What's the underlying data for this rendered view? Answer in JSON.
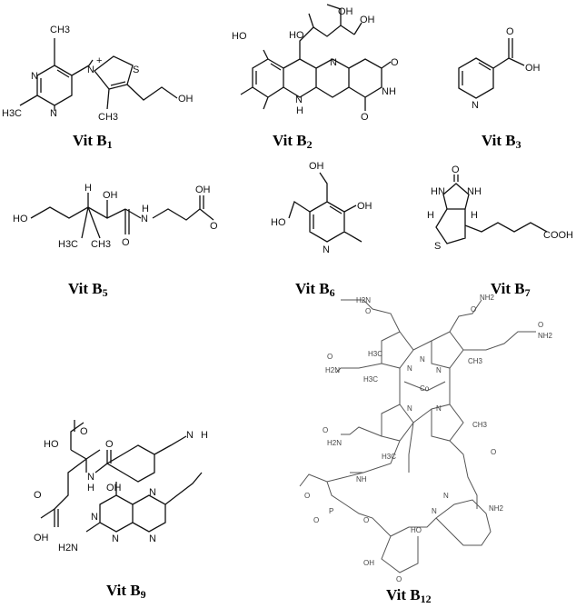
{
  "molecules": [
    {
      "id": "b1",
      "label": "Vit B",
      "sub": "1",
      "atoms": [
        "CH3",
        "N",
        "N",
        "H3C",
        "N",
        "+",
        "S",
        "CH3",
        "OH"
      ]
    },
    {
      "id": "b2",
      "label": "Vit B",
      "sub": "2",
      "atoms": [
        "HO",
        "OH",
        "OH",
        "HO",
        "N",
        "O",
        "NH",
        "N",
        "H",
        "O"
      ]
    },
    {
      "id": "b3",
      "label": "Vit B",
      "sub": "3",
      "atoms": [
        "O",
        "OH",
        "N"
      ]
    },
    {
      "id": "b5",
      "label": "Vit B",
      "sub": "5",
      "atoms": [
        "HO",
        "H",
        "OH",
        "H3C",
        "CH3",
        "O",
        "N",
        "H",
        "OH",
        "O"
      ]
    },
    {
      "id": "b6",
      "label": "Vit B",
      "sub": "6",
      "atoms": [
        "OH",
        "OH",
        "HO",
        "N"
      ]
    },
    {
      "id": "b7",
      "label": "Vit B",
      "sub": "7",
      "atoms": [
        "O",
        "HN",
        "NH",
        "H",
        "H",
        "S",
        "COOH"
      ]
    },
    {
      "id": "b9",
      "label": "Vit B",
      "sub": "9",
      "atoms": [
        "HO",
        "O",
        "O",
        "N",
        "H",
        "N",
        "H",
        "OH",
        "O",
        "N",
        "N",
        "N",
        "N",
        "H2N",
        "OH"
      ]
    },
    {
      "id": "b12",
      "label": "Vit B",
      "sub": "12",
      "atoms": [
        "H2N",
        "O",
        "H2N",
        "O",
        "O",
        "NH2",
        "O",
        "NH2",
        "N",
        "Co",
        "N",
        "N",
        "N",
        "N",
        "H3C",
        "H3C",
        "CH3",
        "O",
        "H2N",
        "H3C",
        "CH3",
        "O",
        "NH2",
        "NH",
        "O",
        "P",
        "O",
        "O",
        "N",
        "N",
        "HO",
        "O",
        "OH"
      ]
    }
  ]
}
